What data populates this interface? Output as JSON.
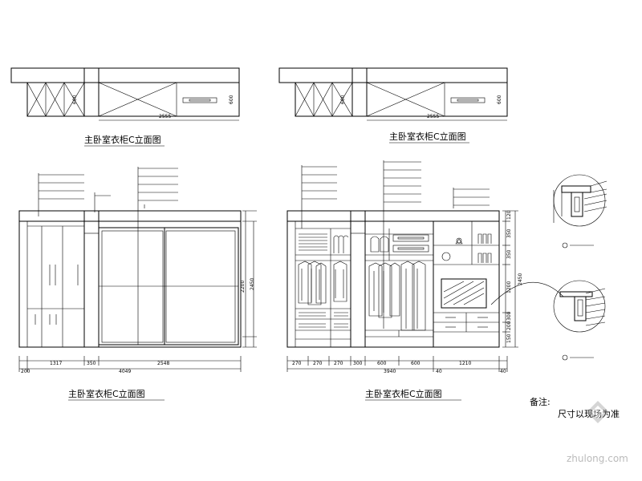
{
  "plan_views": [
    {
      "dim_width": "2555",
      "dim_h1": "600",
      "dim_h2": "600"
    },
    {
      "dim_width": "2555",
      "dim_h1": "600",
      "dim_h2": "600"
    }
  ],
  "titles": {
    "top_left": "主卧室衣柜C立面图",
    "top_right": "主卧室衣柜C立面图",
    "bottom_left": "主卧室衣柜C立面图",
    "bottom_right": "主卧室衣柜C立面图"
  },
  "left_elevation": {
    "dims_bottom": [
      "1317",
      "350",
      "2548"
    ],
    "total": "4049",
    "side_left": "200",
    "height_inner": "2200",
    "height_total": "2450"
  },
  "right_elevation": {
    "dims_bottom": [
      "270",
      "270",
      "270",
      "300",
      "600",
      "600",
      "1210"
    ],
    "total": "3940",
    "side_right": "40",
    "side_mid": "40",
    "heights": [
      "120",
      "350",
      "350",
      "1200",
      "300",
      "200",
      "150"
    ],
    "height_total": "2450"
  },
  "notes": {
    "label": "备注:",
    "text": "尺寸以现场为准"
  },
  "watermark": "zhulong.com"
}
